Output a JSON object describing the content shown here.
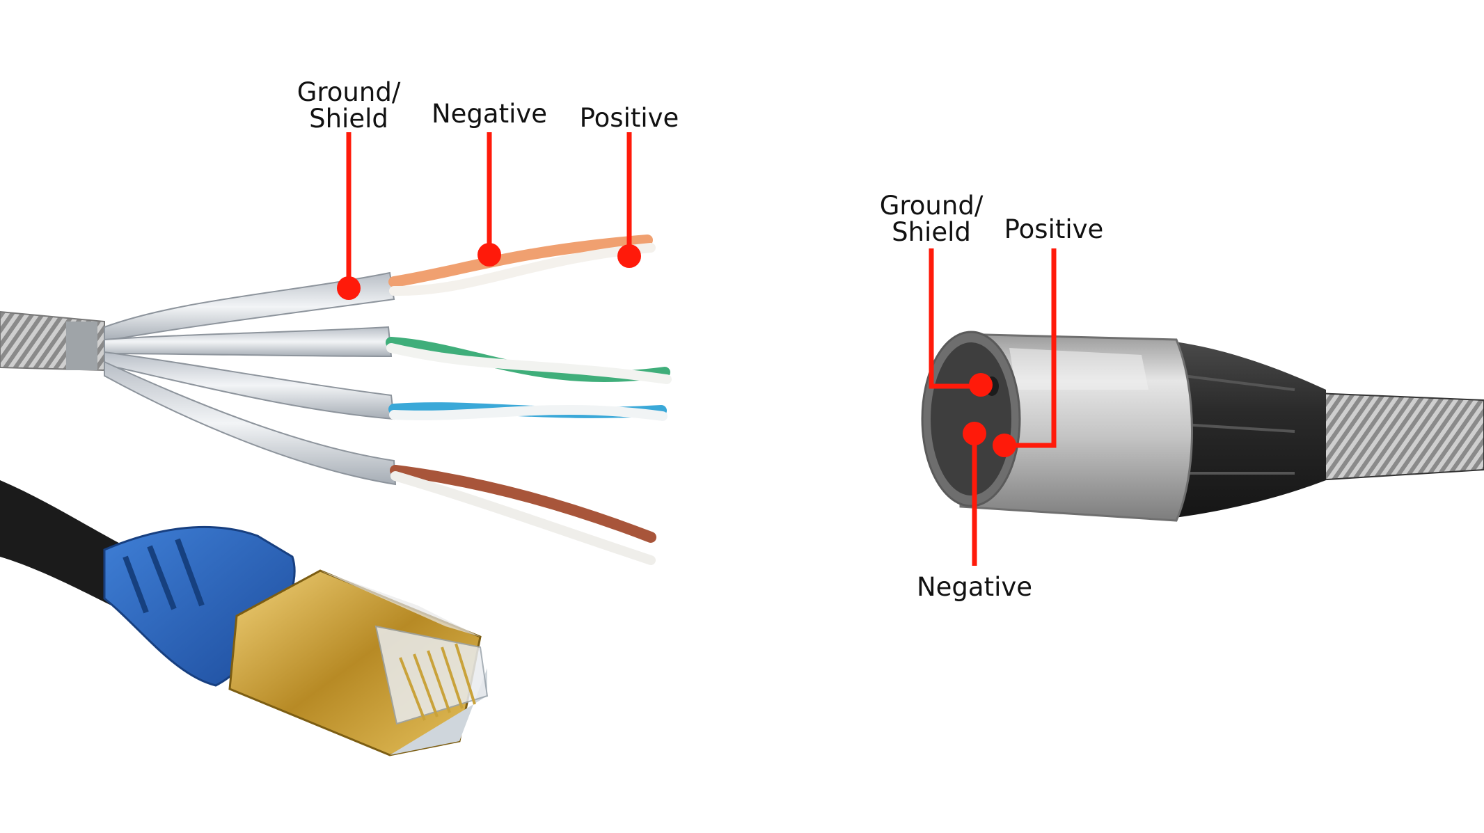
{
  "colors": {
    "callout": "#ff1a0a",
    "background": "#ffffff",
    "rj45_boot": "#2a5fb8",
    "rj45_shield": "#c9a23a",
    "xlr_shell": "#cfcfcf",
    "xlr_boot": "#2b2b2b",
    "pair_orange": "#f0a070",
    "pair_green": "#3fae7a",
    "pair_blue": "#3aa8d8",
    "pair_brown": "#a8553a",
    "foil": "#d9dde2"
  },
  "ethernet": {
    "ground_label_line1": "Ground/",
    "ground_label_line2": "Shield",
    "negative_label": "Negative",
    "positive_label": "Positive"
  },
  "xlr": {
    "ground_label_line1": "Ground/",
    "ground_label_line2": "Shield",
    "positive_label": "Positive",
    "negative_label": "Negative"
  },
  "icons": {
    "ethernet_cable": "stripped-cat-cable-illustration",
    "rj45_plug": "rj45-plug-illustration",
    "xlr_plug": "xlr-male-connector-illustration"
  }
}
